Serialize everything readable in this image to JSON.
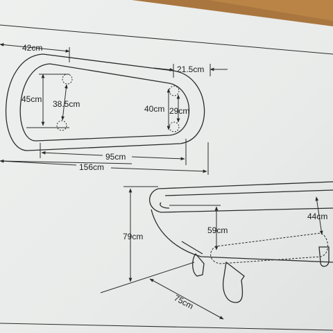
{
  "colors": {
    "table": "#a9763f",
    "paper": "#eceeed",
    "ink": "#2a2a2a"
  },
  "top_view": {
    "label_42": "42cm",
    "label_21_5": "21.5cm",
    "label_45": "45cm",
    "label_38_5": "38.5cm",
    "label_40": "40cm",
    "label_29": "29cm",
    "label_95": "95cm",
    "label_156": "156cm"
  },
  "side_view": {
    "label_79": "79cm",
    "label_59": "59cm",
    "label_44": "44cm",
    "label_75": "75cm"
  }
}
